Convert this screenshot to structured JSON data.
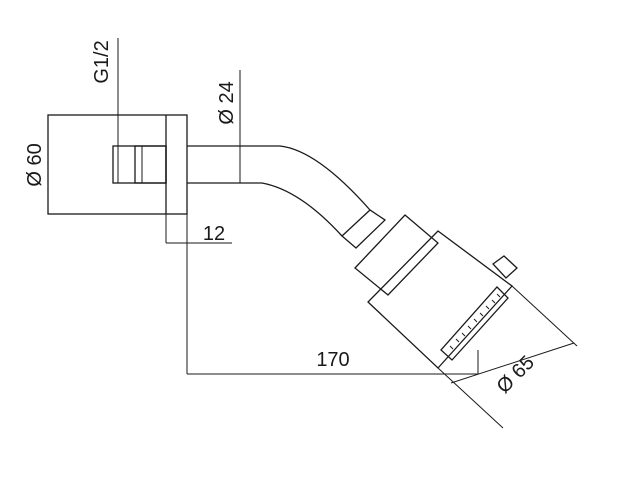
{
  "drawing": {
    "dimensions": {
      "wall_flange_diameter": "Ø 60",
      "thread": "G1/2",
      "arm_diameter": "Ø 24",
      "flange_depth": "12",
      "projection": "170",
      "head_diameter": "Ø 65"
    }
  }
}
